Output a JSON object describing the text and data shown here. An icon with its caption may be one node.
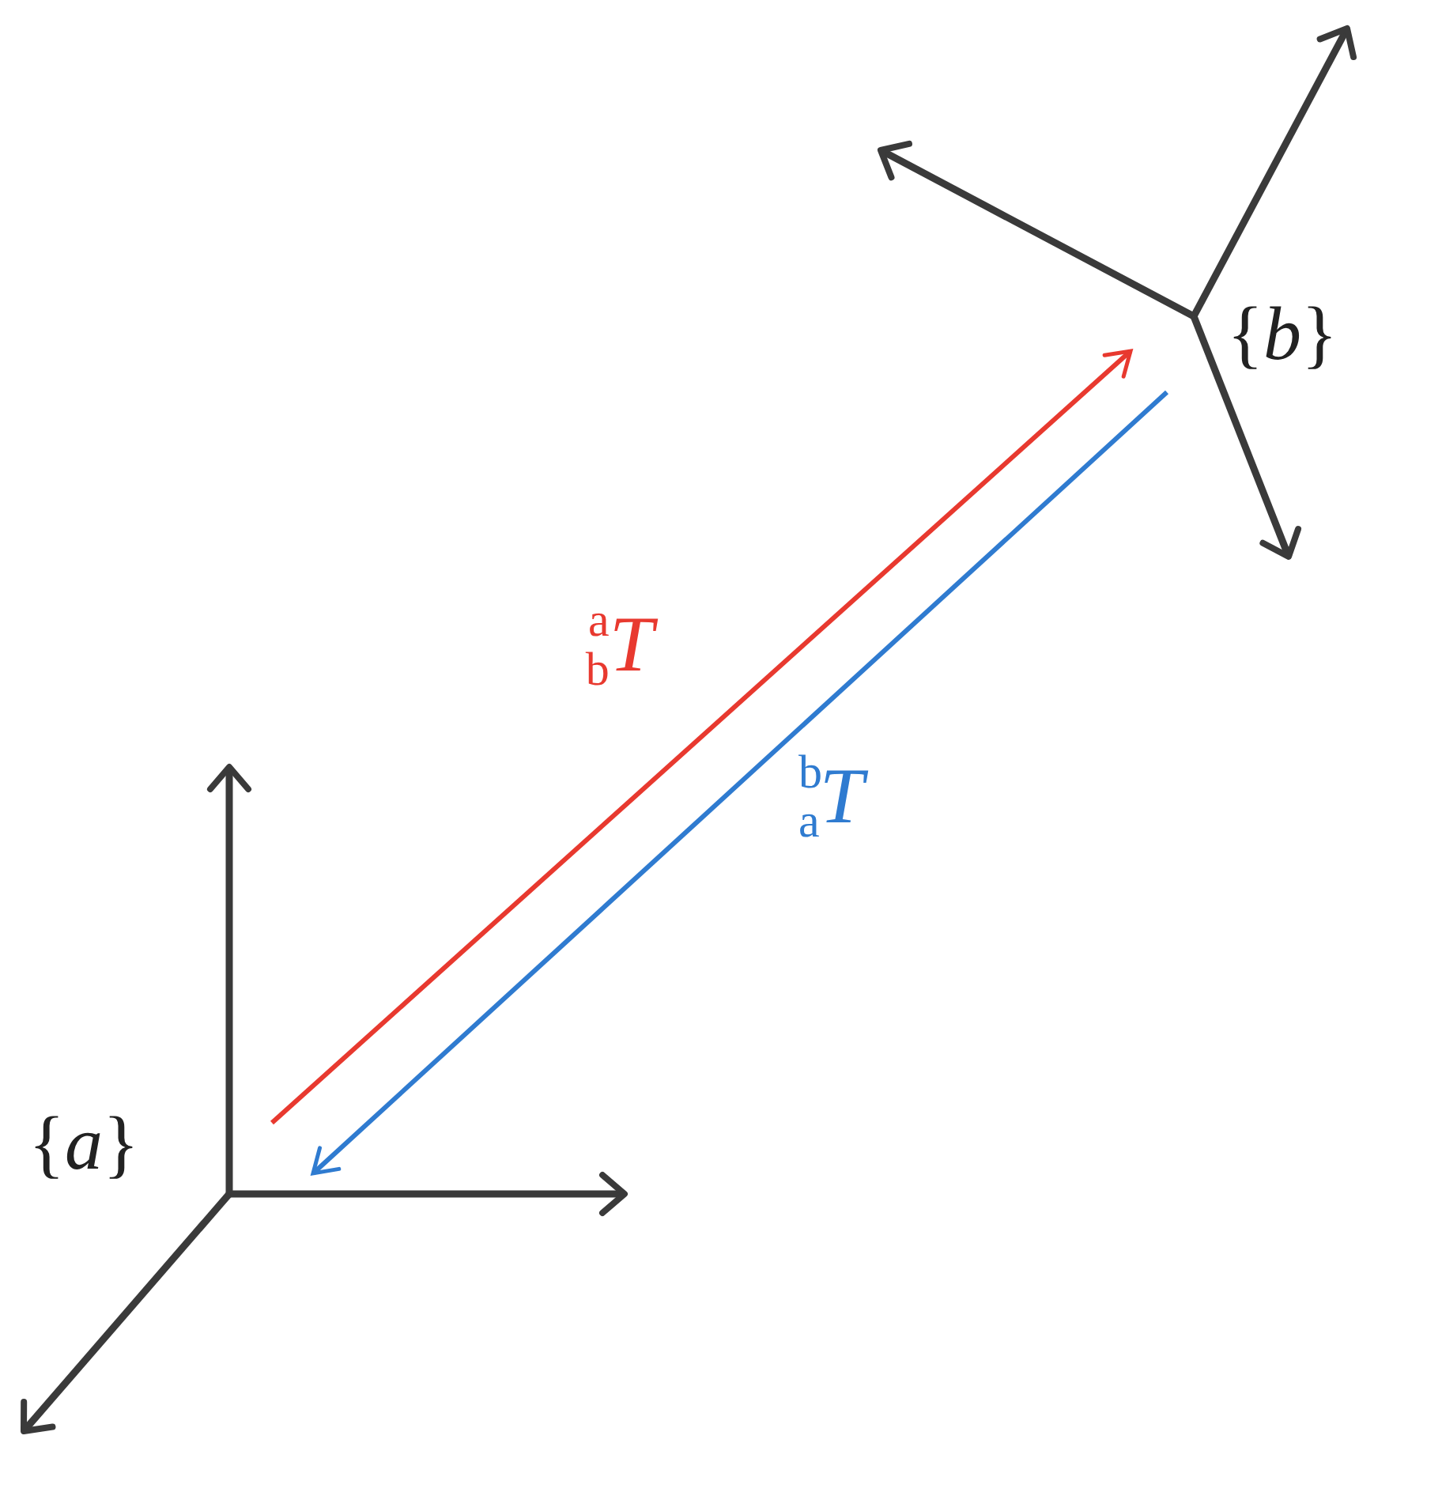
{
  "diagram": {
    "nodes": [
      {
        "text": [
          "{*a*}"
        ]
      },
      {
        "text": [
          "{*b*}"
        ]
      }
    ],
    "edges": [
      {
        "from": 0,
        "to": 1,
        "arrow": "to",
        "label": "$^{a}$$_{b}$*T*",
        "color": "#e8392f"
      },
      {
        "from": 1,
        "to": 0,
        "arrow": "to",
        "label": "$^{b}$$_{a}$*T*",
        "color": "#2f7bd0"
      }
    ]
  }
}
